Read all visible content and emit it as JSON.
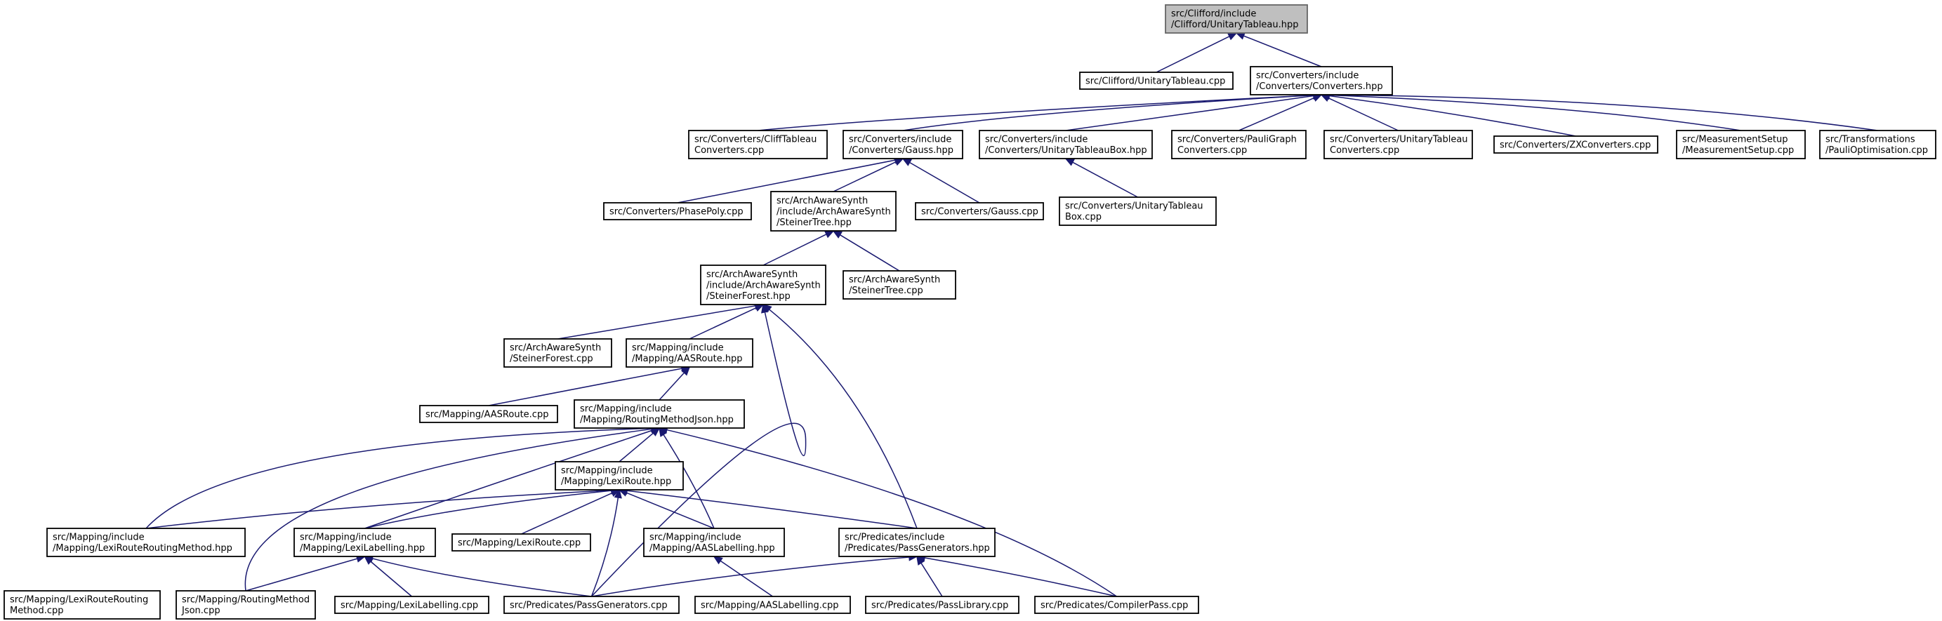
{
  "diagram": {
    "type": "include dependency graph",
    "colors": {
      "edge": "#191970",
      "node_border": "#000000",
      "root_fill": "#bfbfbf",
      "root_border": "#666666",
      "background": "#ffffff"
    },
    "nodes": [
      {
        "id": "unitary_tableau_hpp",
        "lines": [
          "src/Clifford/include",
          "/Clifford/UnitaryTableau.hpp"
        ],
        "root": true
      },
      {
        "id": "unitary_tableau_cpp",
        "lines": [
          "src/Clifford/UnitaryTableau.cpp"
        ]
      },
      {
        "id": "converters_hpp",
        "lines": [
          "src/Converters/include",
          "/Converters/Converters.hpp"
        ]
      },
      {
        "id": "cliff_tableau_converters_cpp",
        "lines": [
          "src/Converters/CliffTableau",
          "Converters.cpp"
        ]
      },
      {
        "id": "gauss_hpp",
        "lines": [
          "src/Converters/include",
          "/Converters/Gauss.hpp"
        ]
      },
      {
        "id": "unitary_tableau_box_hpp",
        "lines": [
          "src/Converters/include",
          "/Converters/UnitaryTableauBox.hpp"
        ]
      },
      {
        "id": "pauli_graph_converters_cpp",
        "lines": [
          "src/Converters/PauliGraph",
          "Converters.cpp"
        ]
      },
      {
        "id": "unitary_tableau_converters_cpp",
        "lines": [
          "src/Converters/UnitaryTableau",
          "Converters.cpp"
        ]
      },
      {
        "id": "zx_converters_cpp",
        "lines": [
          "src/Converters/ZXConverters.cpp"
        ]
      },
      {
        "id": "measurement_setup_cpp",
        "lines": [
          "src/MeasurementSetup",
          "/MeasurementSetup.cpp"
        ]
      },
      {
        "id": "pauli_optimisation_cpp",
        "lines": [
          "src/Transformations",
          "/PauliOptimisation.cpp"
        ]
      },
      {
        "id": "phase_poly_cpp",
        "lines": [
          "src/Converters/PhasePoly.cpp"
        ]
      },
      {
        "id": "steiner_tree_hpp",
        "lines": [
          "src/ArchAwareSynth",
          "/include/ArchAwareSynth",
          "/SteinerTree.hpp"
        ]
      },
      {
        "id": "gauss_cpp",
        "lines": [
          "src/Converters/Gauss.cpp"
        ]
      },
      {
        "id": "unitary_tableau_box_cpp",
        "lines": [
          "src/Converters/UnitaryTableau",
          "Box.cpp"
        ]
      },
      {
        "id": "steiner_forest_hpp",
        "lines": [
          "src/ArchAwareSynth",
          "/include/ArchAwareSynth",
          "/SteinerForest.hpp"
        ]
      },
      {
        "id": "steiner_tree_cpp",
        "lines": [
          "src/ArchAwareSynth",
          "/SteinerTree.cpp"
        ]
      },
      {
        "id": "steiner_forest_cpp",
        "lines": [
          "src/ArchAwareSynth",
          "/SteinerForest.cpp"
        ]
      },
      {
        "id": "aas_route_hpp",
        "lines": [
          "src/Mapping/include",
          "/Mapping/AASRoute.hpp"
        ]
      },
      {
        "id": "aas_route_cpp",
        "lines": [
          "src/Mapping/AASRoute.cpp"
        ]
      },
      {
        "id": "routing_method_json_hpp",
        "lines": [
          "src/Mapping/include",
          "/Mapping/RoutingMethodJson.hpp"
        ]
      },
      {
        "id": "lexi_route_hpp",
        "lines": [
          "src/Mapping/include",
          "/Mapping/LexiRoute.hpp"
        ]
      },
      {
        "id": "lexi_route_routing_method_hpp",
        "lines": [
          "src/Mapping/include",
          "/Mapping/LexiRouteRoutingMethod.hpp"
        ]
      },
      {
        "id": "lexi_labelling_hpp",
        "lines": [
          "src/Mapping/include",
          "/Mapping/LexiLabelling.hpp"
        ]
      },
      {
        "id": "lexi_route_cpp",
        "lines": [
          "src/Mapping/LexiRoute.cpp"
        ]
      },
      {
        "id": "aas_labelling_hpp",
        "lines": [
          "src/Mapping/include",
          "/Mapping/AASLabelling.hpp"
        ]
      },
      {
        "id": "pass_generators_hpp",
        "lines": [
          "src/Predicates/include",
          "/Predicates/PassGenerators.hpp"
        ]
      },
      {
        "id": "lexi_route_routing_method_cpp",
        "lines": [
          "src/Mapping/LexiRouteRouting",
          "Method.cpp"
        ]
      },
      {
        "id": "routing_method_json_cpp",
        "lines": [
          "src/Mapping/RoutingMethod",
          "Json.cpp"
        ]
      },
      {
        "id": "lexi_labelling_cpp",
        "lines": [
          "src/Mapping/LexiLabelling.cpp"
        ]
      },
      {
        "id": "pass_generators_cpp",
        "lines": [
          "src/Predicates/PassGenerators.cpp"
        ]
      },
      {
        "id": "aas_labelling_cpp",
        "lines": [
          "src/Mapping/AASLabelling.cpp"
        ]
      },
      {
        "id": "pass_library_cpp",
        "lines": [
          "src/Predicates/PassLibrary.cpp"
        ]
      },
      {
        "id": "compiler_pass_cpp",
        "lines": [
          "src/Predicates/CompilerPass.cpp"
        ]
      }
    ]
  }
}
